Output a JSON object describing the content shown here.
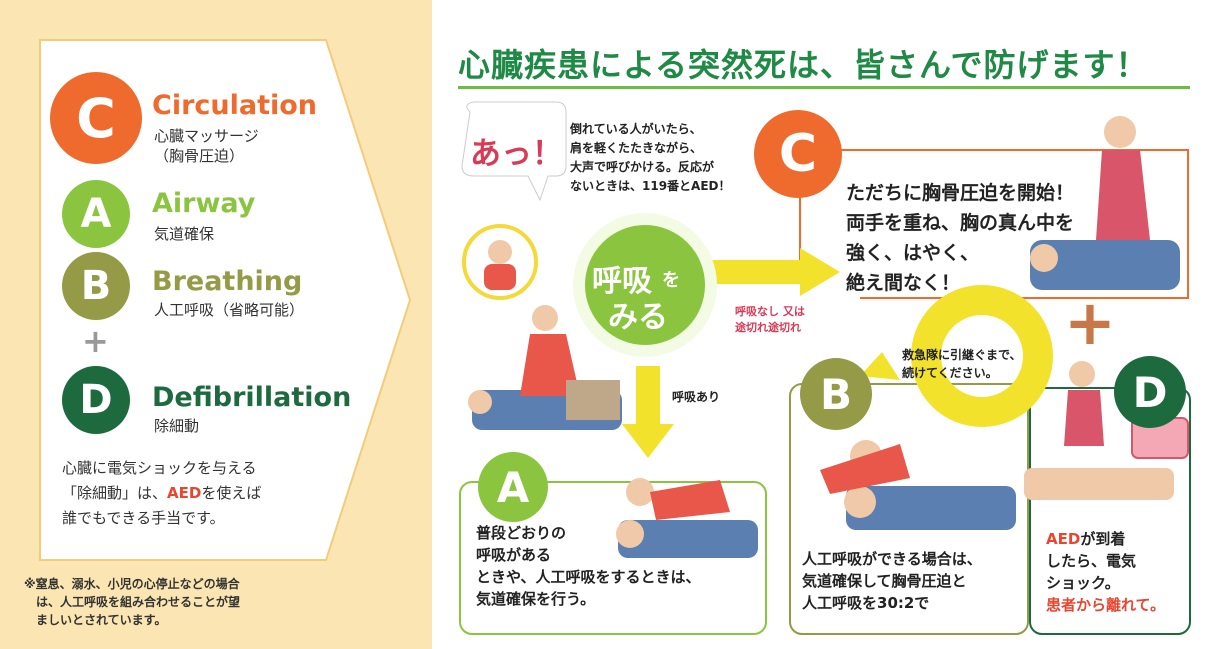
{
  "colors": {
    "circulation": "#ef6b2d",
    "airway": "#8bc53f",
    "breathing": "#949a45",
    "defibrillation": "#1d6a3e",
    "headline": "#1f8a45",
    "red_text": "#d93a57",
    "arrow_yellow": "#f3e22b",
    "legend_bg": "#fbe6b3"
  },
  "legend": {
    "items": [
      {
        "letter": "C",
        "title": "Circulation",
        "sub": [
          "心臓マッサージ",
          "（胸骨圧迫）"
        ]
      },
      {
        "letter": "A",
        "title": "Airway",
        "sub": [
          "気道確保"
        ]
      },
      {
        "letter": "B",
        "title": "Breathing",
        "sub": [
          "人工呼吸（省略可能）"
        ]
      },
      {
        "letter": "D",
        "title": "Defibrillation",
        "sub": [
          "除細動"
        ]
      }
    ],
    "plus": "+",
    "note": {
      "line1": "心臓に電気ショックを与える",
      "line2_pre": "「除細動」は、",
      "line2_hl": "AED",
      "line2_post": "を使えば",
      "line3": "誰でもできる手当です。"
    },
    "footnote": [
      "※窒息、溺水、小児の心停止などの場合",
      "　は、人工呼吸を組み合わせることが望",
      "　ましいとされています。"
    ]
  },
  "flow": {
    "headline": "心臓疾患による突然死は、皆さんで防げます！",
    "exclaim": "あっ！",
    "intro": [
      "倒れている人がいたら、",
      "肩を軽くたたきながら、",
      "大声で呼びかける。反応が",
      "ないときは、119番とAED！"
    ],
    "breath_check": {
      "main1": "呼吸",
      "particle": "を",
      "main2": "みる"
    },
    "no_breath": [
      "呼吸なし 又は",
      "途切れ途切れ"
    ],
    "yes_breath": "呼吸あり",
    "c_step": {
      "letter": "C",
      "text": [
        "ただちに胸骨圧迫を開始！",
        "両手を重ね、胸の真ん中を",
        "強く、はやく、",
        "絶え間なく！"
      ]
    },
    "continue_note": [
      "救急隊に引継ぐまで、",
      "続けてください。"
    ],
    "plus": "+",
    "a_step": {
      "letter": "A",
      "text": [
        "普段どおりの",
        "呼吸がある",
        "ときや、人工呼吸をするときは、",
        "気道確保を行う。"
      ]
    },
    "b_step": {
      "letter": "B",
      "text": [
        "人工呼吸ができる場合は、",
        "気道確保して胸骨圧迫と",
        "人工呼吸を30:2で"
      ]
    },
    "d_step": {
      "letter": "D",
      "text_hl": "AED",
      "text": [
        "が到着",
        "したら、電気",
        "ショック。"
      ],
      "warn": "患者から離れて。"
    }
  }
}
